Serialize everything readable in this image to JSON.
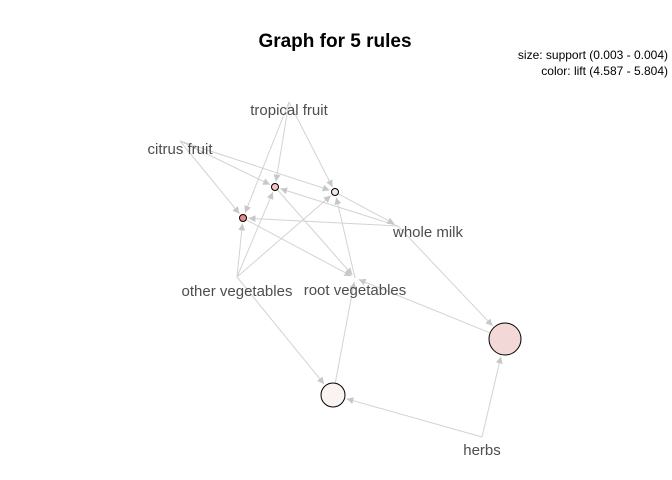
{
  "title": "Graph for 5 rules",
  "legend": {
    "size": "size: support (0.003 - 0.004)",
    "color": "color: lift (4.587 - 5.804)"
  },
  "colors": {
    "edge": "#d3d3d3",
    "label": "#4d4d4d",
    "node_stroke": "#000000"
  },
  "items": [
    {
      "id": "tropical_fruit",
      "label": "tropical fruit"
    },
    {
      "id": "citrus_fruit",
      "label": "citrus fruit"
    },
    {
      "id": "whole_milk",
      "label": "whole milk"
    },
    {
      "id": "other_vegetables",
      "label": "other vegetables"
    },
    {
      "id": "root_vegetables",
      "label": "root vegetables"
    },
    {
      "id": "herbs",
      "label": "herbs"
    }
  ],
  "rules": [
    {
      "id": "rule_a",
      "fill": "#e58a8a",
      "lhs": [
        "citrus_fruit",
        "tropical_fruit",
        "whole_milk",
        "other_vegetables"
      ],
      "rhs": "root_vegetables"
    },
    {
      "id": "rule_b",
      "fill": "#f2c4c4",
      "lhs": [
        "tropical_fruit",
        "citrus_fruit",
        "whole_milk",
        "other_vegetables"
      ],
      "rhs": "root_vegetables"
    },
    {
      "id": "rule_c",
      "fill": "#f8e4e4",
      "lhs": [
        "citrus_fruit",
        "tropical_fruit",
        "root_vegetables",
        "other_vegetables"
      ],
      "rhs": "whole_milk"
    },
    {
      "id": "rule_d",
      "fill": "#f3d8d8",
      "lhs": [
        "whole_milk",
        "herbs"
      ],
      "rhs": "root_vegetables"
    },
    {
      "id": "rule_e",
      "fill": "#fbf2f2",
      "lhs": [
        "other_vegetables",
        "herbs"
      ],
      "rhs": "root_vegetables"
    }
  ]
}
